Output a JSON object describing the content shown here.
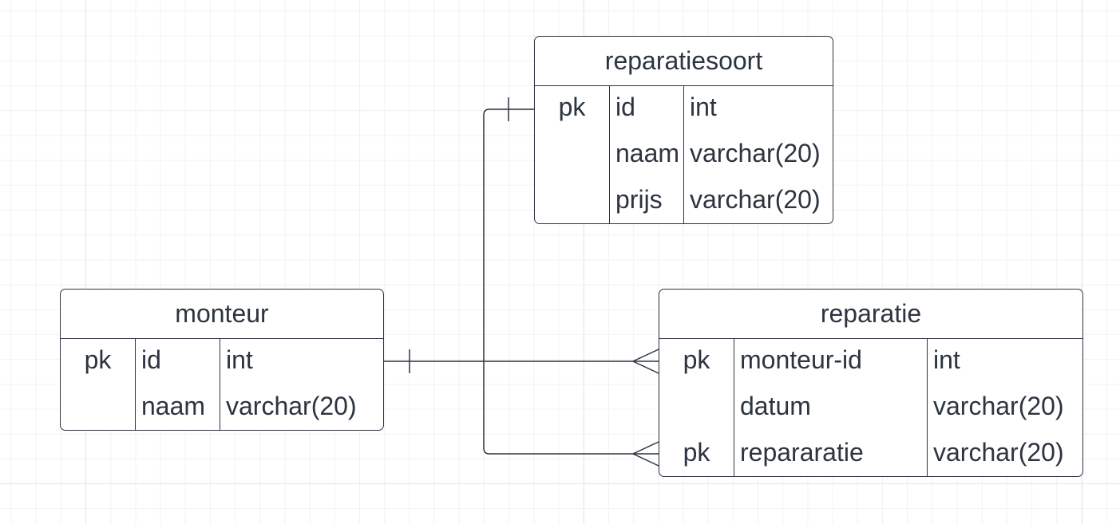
{
  "diagram": {
    "line_color": "#2c3440",
    "grid_color": "#e4e4e4",
    "entities": {
      "reparatiesoort": {
        "title": "reparatiesoort",
        "rows": [
          {
            "key": "pk",
            "name": "id",
            "type": "int"
          },
          {
            "key": "",
            "name": "naam",
            "type": "varchar(20)"
          },
          {
            "key": "",
            "name": "prijs",
            "type": "varchar(20)"
          }
        ]
      },
      "monteur": {
        "title": "monteur",
        "rows": [
          {
            "key": "pk",
            "name": "id",
            "type": "int"
          },
          {
            "key": "",
            "name": "naam",
            "type": "varchar(20)"
          }
        ]
      },
      "reparatie": {
        "title": "reparatie",
        "rows": [
          {
            "key": "pk",
            "name": "monteur-id",
            "type": "int"
          },
          {
            "key": "",
            "name": "datum",
            "type": "varchar(20)"
          },
          {
            "key": "pk",
            "name": "repararatie",
            "type": "varchar(20)"
          }
        ]
      }
    },
    "relationships": [
      {
        "from": "monteur",
        "from_cardinality": "one",
        "to": "reparatie",
        "to_cardinality": "many"
      },
      {
        "from": "reparatiesoort",
        "from_cardinality": "one",
        "to": "reparatie",
        "to_cardinality": "many"
      }
    ]
  }
}
